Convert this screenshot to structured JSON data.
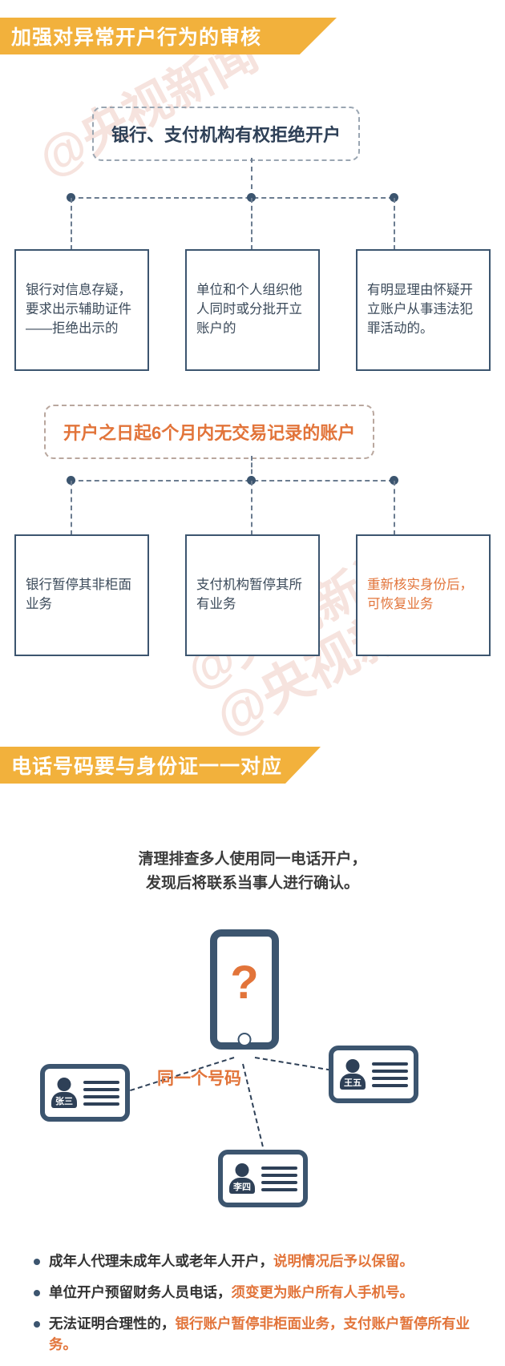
{
  "watermarks": [
    "@央视新闻",
    "@央视新闻",
    "@央视新闻"
  ],
  "section1": {
    "banner": "加强对异常开户行为的审核",
    "root": "银行、支付机构有权拒绝开户",
    "leaves": [
      "银行对信息存疑，要求出示辅助证件——拒绝出示的",
      "单位和个人组织他人同时或分批开立账户的",
      "有明显理由怀疑开立账户从事违法犯罪活动的。"
    ]
  },
  "section2": {
    "root": "开户之日起6个月内无交易记录的账户",
    "leaves": [
      {
        "text": "银行暂停其非柜面业务",
        "highlight": false
      },
      {
        "text": "支付机构暂停其所有业务",
        "highlight": false
      },
      {
        "text": "重新核实身份后，可恢复业务",
        "highlight": true
      }
    ]
  },
  "section3": {
    "banner": "电话号码要与身份证一一对应",
    "paragraph_line1": "清理排查多人使用同一电话开户，",
    "paragraph_line2": "发现后将联系当事人进行确认。",
    "phone_symbol": "?",
    "tie_label": "同一个号码",
    "cards": [
      {
        "name": "张三"
      },
      {
        "name": "王五"
      },
      {
        "name": "李四"
      }
    ]
  },
  "bullets": [
    {
      "plain": "成年人代理未成年人或老年人开户，",
      "highlight": "说明情况后予以保留。",
      "tail": ""
    },
    {
      "plain": "单位开户预留财务人员电话，",
      "highlight": "须变更为账户所有人手机号。",
      "tail": ""
    },
    {
      "plain": "无法证明合理性的，",
      "highlight": "银行账户暂停非柜面业务，支付账户暂停所有业务。",
      "tail": ""
    }
  ],
  "colors": {
    "banner_orange": "#f2b13c",
    "accent_orange": "#e2743a",
    "navy": "#3c556f",
    "text_dark": "#333333",
    "dashed_gray": "#6b7c90"
  }
}
